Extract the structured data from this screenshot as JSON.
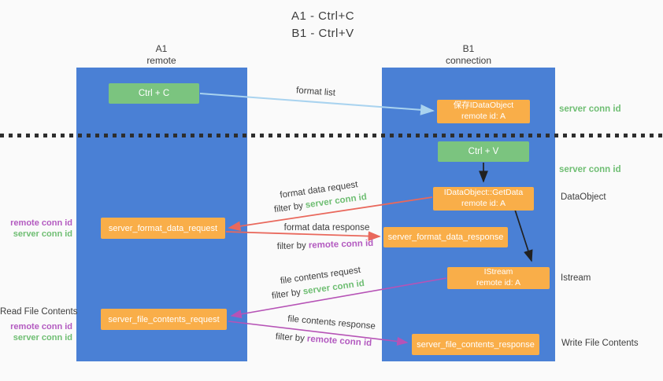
{
  "palette": {
    "background": "#fafafa",
    "column_blue": "#4a80d5",
    "box_green": "#7bc47f",
    "box_orange": "#f9ae49",
    "box_text": "#ffffff",
    "text_dark": "#3d3d3d",
    "label_green": "#6fbe73",
    "label_purple": "#b35ac0",
    "arrow_light_blue": "#a9d3ef",
    "arrow_black": "#212121",
    "arrow_red": "#e9685c",
    "arrow_magenta": "#b653b6",
    "separator": "#2e2e2e"
  },
  "title": {
    "line1": "A1 - Ctrl+C",
    "line2": "B1 - Ctrl+V"
  },
  "columns": {
    "a1": {
      "name": "A1",
      "subtitle": "remote"
    },
    "b1": {
      "name": "B1",
      "subtitle": "connection"
    }
  },
  "nodes": {
    "ctrl_c": {
      "label": "Ctrl + C"
    },
    "save_idataobject": {
      "line1": "保存IDataObject",
      "line2": "remote id: A"
    },
    "ctrl_v": {
      "label": "Ctrl + V"
    },
    "getdata": {
      "line1": "IDataObject::GetData",
      "line2": "remote id: A"
    },
    "server_format_data_request": {
      "label": "server_format_data_request"
    },
    "server_format_data_response": {
      "label": "server_format_data_response"
    },
    "istream": {
      "line1": "IStream",
      "line2": "remote id: A"
    },
    "server_file_contents_request": {
      "label": "server_file_contents_request"
    },
    "server_file_contents_response": {
      "label": "server_file_contents_response"
    }
  },
  "labels": {
    "format_list": "format list",
    "format_data_request": "format data request",
    "format_data_response": "format data response",
    "file_contents_request": "file contents request",
    "file_contents_response": "file contents response",
    "filter_by": "filter by",
    "server_conn_id": "server conn id",
    "remote_conn_id": "remote conn id",
    "dataobject": "DataObject",
    "istream": "Istream",
    "read_file_contents": "Read File Contents",
    "write_file_contents": "Write File Contents"
  }
}
